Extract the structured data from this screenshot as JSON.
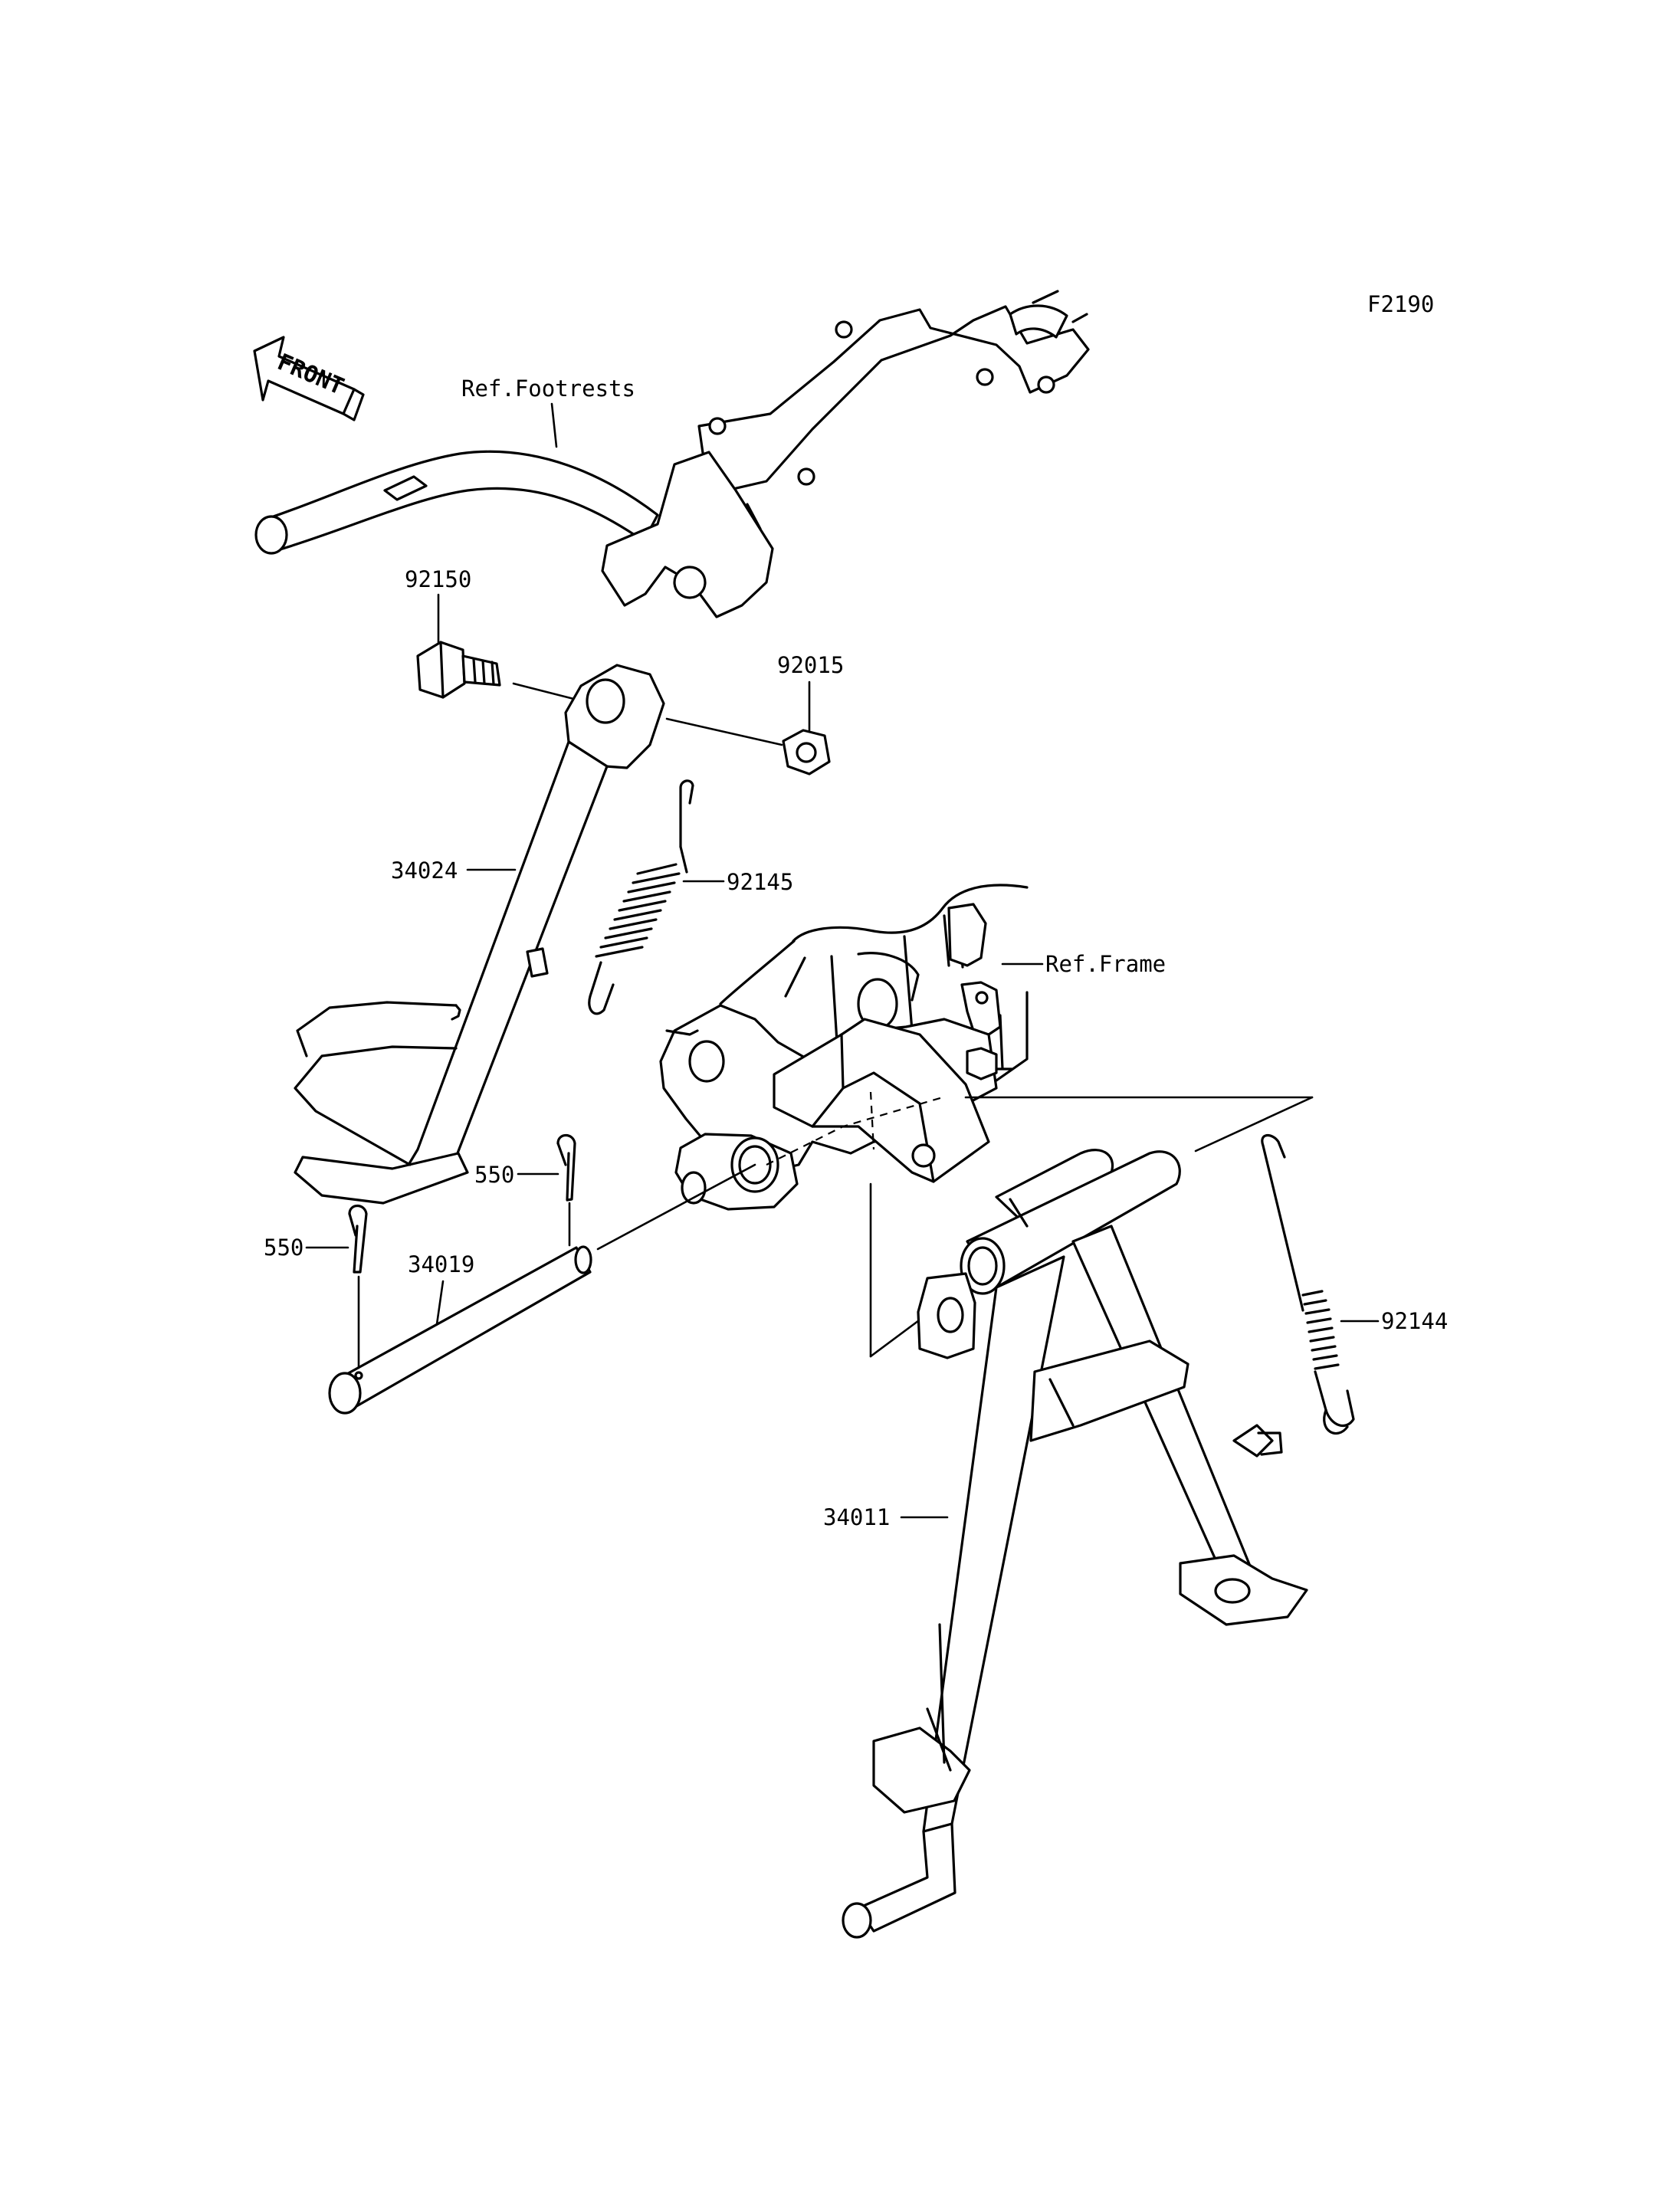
{
  "figure_id": "F2190",
  "front_marker": "FRONT",
  "references": {
    "footrests": "Ref.Footrests",
    "frame": "Ref.Frame"
  },
  "parts": {
    "bolt": "92150",
    "nut": "92015",
    "side_stand": "34024",
    "side_stand_spring": "92145",
    "cotter_pin_upper": "550",
    "cotter_pin_lower": "550",
    "pivot_shaft": "34019",
    "main_stand": "34011",
    "main_stand_spring": "92144"
  }
}
